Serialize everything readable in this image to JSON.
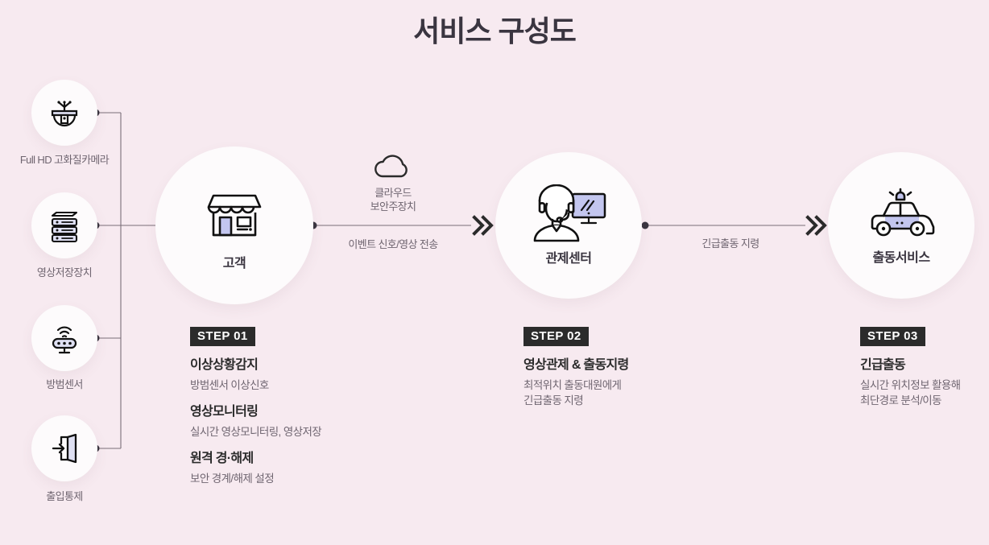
{
  "title": "서비스 구성도",
  "colors": {
    "background": "#f7eaf0",
    "circle": "#fdfbfc",
    "badge_bg": "#2b2b2b",
    "badge_text": "#ffffff",
    "title_text": "#3a3540",
    "muted_text": "#6f6570",
    "wire": "#7a6e78",
    "icon_accent": "#b9bbe8"
  },
  "devices": [
    {
      "id": "camera",
      "label": "Full HD 고화질카메라",
      "icon": "dome-camera-icon"
    },
    {
      "id": "nvr",
      "label": "영상저장장치",
      "icon": "server-stack-icon"
    },
    {
      "id": "sensor",
      "label": "방범센서",
      "icon": "motion-sensor-icon"
    },
    {
      "id": "access",
      "label": "출입통제",
      "icon": "door-access-icon"
    }
  ],
  "nodes": [
    {
      "id": "customer",
      "label": "고객",
      "icon": "storefront-icon"
    },
    {
      "id": "center",
      "label": "관제센터",
      "icon": "operator-headset-monitor-icon"
    },
    {
      "id": "dispatch",
      "label": "출동서비스",
      "icon": "patrol-car-icon"
    }
  ],
  "cloud": {
    "icon": "cloud-icon",
    "line1": "클라우드",
    "line2": "보안주장치"
  },
  "flows": [
    {
      "id": "flow-1",
      "label": "이벤트 신호/영상 전송",
      "marker": "double-chevron-right"
    },
    {
      "id": "flow-2",
      "label": "긴급출동 지령",
      "marker": "double-chevron-right"
    }
  ],
  "steps": [
    {
      "badge": "STEP 01",
      "items": [
        {
          "title": "이상상황감지",
          "desc": [
            "방범센서 이상신호"
          ]
        },
        {
          "title": "영상모니터링",
          "desc": [
            "실시간 영상모니터링, 영상저장"
          ]
        },
        {
          "title": "원격 경·해제",
          "desc": [
            "보안 경계/해제 설정"
          ]
        }
      ]
    },
    {
      "badge": "STEP 02",
      "items": [
        {
          "title": "영상관제 & 출동지령",
          "desc": [
            "최적위치 출동대원에게",
            "긴급출동 지령"
          ]
        }
      ]
    },
    {
      "badge": "STEP 03",
      "items": [
        {
          "title": "긴급출동",
          "desc": [
            "실시간 위치정보 활용해",
            "최단경로 분석/이동"
          ]
        }
      ]
    }
  ]
}
